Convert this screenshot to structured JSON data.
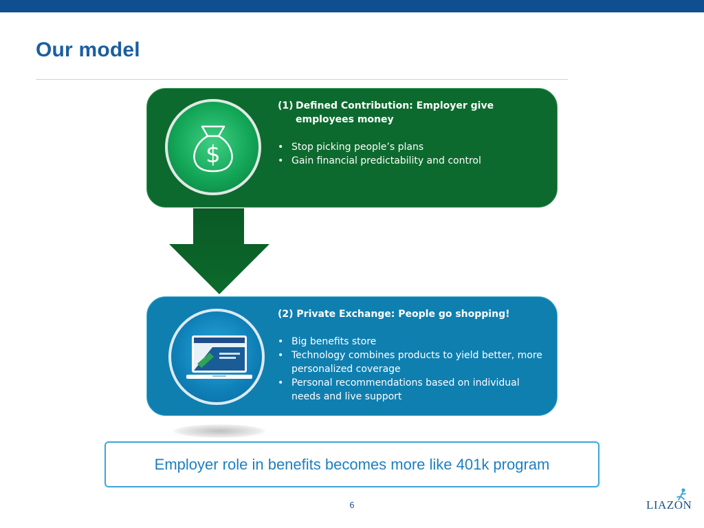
{
  "slide": {
    "title": "Our model",
    "page_number": "6"
  },
  "step1": {
    "number": "(1)",
    "heading_line1": "Defined Contribution: Employer give",
    "heading_line2": "employees money",
    "bullets": [
      "Stop picking people’s plans",
      "Gain financial predictability and control"
    ],
    "icon": "money-bag-icon"
  },
  "step2": {
    "heading": "(2) Private Exchange: People go shopping!",
    "bullets": [
      "Big benefits store",
      "Technology combines products to yield better, more personalized coverage",
      "Personal recommendations based on individual needs and live support"
    ],
    "icon": "laptop-icon"
  },
  "callout": {
    "text": "Employer role in benefits becomes more like 401k program"
  },
  "logo": {
    "text": "LIAZON"
  },
  "colors": {
    "top_bar": "#0f4f8f",
    "title": "#1a5ea0",
    "green_box": "#0d6a2e",
    "blue_box": "#0f7fb0",
    "callout_border": "#3aa6d6"
  }
}
